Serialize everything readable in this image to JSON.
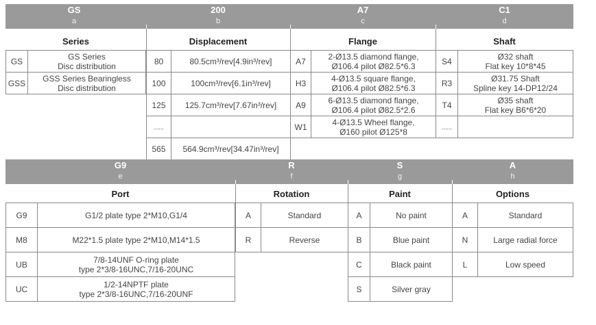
{
  "top": {
    "codes": [
      {
        "code": "GS",
        "letter": "a"
      },
      {
        "code": "200",
        "letter": "b"
      },
      {
        "code": "A7",
        "letter": "c"
      },
      {
        "code": "C1",
        "letter": "d"
      }
    ],
    "series": {
      "header": "Series",
      "rows": [
        {
          "code": "GS",
          "desc": [
            "GS Series",
            "Disc distribution"
          ]
        },
        {
          "code": "GSS",
          "desc": [
            "GSS Series Bearingless",
            "Disc distribution"
          ]
        }
      ]
    },
    "displacement": {
      "header": "Displacement",
      "rows": [
        {
          "code": "80",
          "desc": "80.5cm³/rev[4.9in³/rev]"
        },
        {
          "code": "100",
          "desc": "100cm³/rev[6.1in³/rev]"
        },
        {
          "code": "125",
          "desc": "125.7cm³/rev[7.67in³/rev]"
        },
        {
          "code": "......",
          "desc": ""
        },
        {
          "code": "565",
          "desc": "564.9cm³/rev[34.47in³/rev]"
        }
      ]
    },
    "flange": {
      "header": "Flange",
      "rows": [
        {
          "code": "A7",
          "desc": [
            "2-Ø13.5 diamond flange,",
            "Ø106.4 pilot Ø82.5*6.3"
          ]
        },
        {
          "code": "H3",
          "desc": [
            "4-Ø13.5 square flange,",
            "Ø106.4 pilot Ø82.5*6.3"
          ]
        },
        {
          "code": "A9",
          "desc": [
            "6-Ø13.5 diamond flange,",
            "Ø106.4 pilot Ø82.5*2.6"
          ]
        },
        {
          "code": "W1",
          "desc": [
            "4-Ø13.5 Wheel flange,",
            "Ø160 pilot Ø125*8"
          ]
        }
      ]
    },
    "shaft": {
      "header": "Shaft",
      "rows": [
        {
          "code": "S4",
          "desc": [
            "Ø32 shaft",
            "Flat key 10*8*45"
          ]
        },
        {
          "code": "R3",
          "desc": [
            "Ø31.75 Shaft",
            "Spline key 14-DP12/24"
          ]
        },
        {
          "code": "T4",
          "desc": [
            "Ø35 shaft",
            "Flat key B6*6*20"
          ]
        },
        {
          "code": "......",
          "desc": [
            "",
            ""
          ]
        }
      ]
    }
  },
  "bottom": {
    "codes": [
      {
        "code": "G9",
        "letter": "e"
      },
      {
        "code": "R",
        "letter": "f"
      },
      {
        "code": "S",
        "letter": "g"
      },
      {
        "code": "A",
        "letter": "h"
      }
    ],
    "port": {
      "header": "Port",
      "rows": [
        {
          "code": "G9",
          "desc": [
            "G1/2 plate type 2*M10,G1/4"
          ]
        },
        {
          "code": "M8",
          "desc": [
            "M22*1.5 plate type 2*M10,M14*1.5"
          ]
        },
        {
          "code": "UB",
          "desc": [
            "7/8-14UNF O-ring plate",
            "type 2*3/8-16UNC,7/16-20UNC"
          ]
        },
        {
          "code": "UC",
          "desc": [
            "1/2-14NPTF plate",
            "type 2*3/8-16UNC,7/16-20UNF"
          ]
        }
      ]
    },
    "rotation": {
      "header": "Rotation",
      "rows": [
        {
          "code": "A",
          "desc": "Standard"
        },
        {
          "code": "R",
          "desc": "Reverse"
        }
      ]
    },
    "paint": {
      "header": "Paint",
      "rows": [
        {
          "code": "A",
          "desc": "No paint"
        },
        {
          "code": "B",
          "desc": "Blue paint"
        },
        {
          "code": "C",
          "desc": "Black paint"
        },
        {
          "code": "S",
          "desc": "Silver gray"
        }
      ]
    },
    "options": {
      "header": "Options",
      "rows": [
        {
          "code": "A",
          "desc": "Standard"
        },
        {
          "code": "N",
          "desc": "Large radial force"
        },
        {
          "code": "L",
          "desc": "Low speed"
        }
      ]
    }
  }
}
